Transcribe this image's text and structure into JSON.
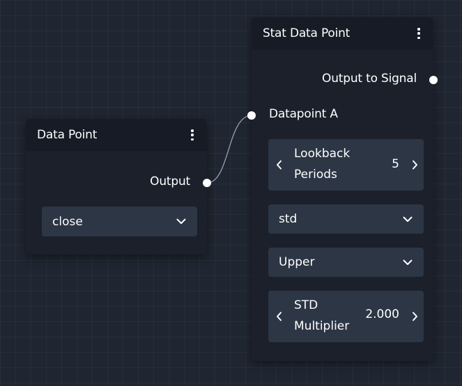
{
  "nodes": {
    "data_point": {
      "title": "Data Point",
      "output_label": "Output",
      "source_select": {
        "value": "close"
      }
    },
    "stat_data_point": {
      "title": "Stat Data Point",
      "output_label": "Output to Signal",
      "input_label": "Datapoint A",
      "lookback": {
        "label": "Lookback Periods",
        "value": "5"
      },
      "stat_select": {
        "value": "std"
      },
      "band_select": {
        "value": "Upper"
      },
      "multiplier": {
        "label": "STD Multiplier",
        "value": "2.000"
      }
    }
  },
  "colors": {
    "canvas": "#1f2631",
    "node_body": "#1b202b",
    "node_header": "#171b25",
    "control": "#2c3645",
    "text": "#ffffff"
  },
  "icons": {
    "menu": "vertical-ellipsis-icon",
    "dropdown": "chevron-down-icon",
    "decrement": "chevron-left-icon",
    "increment": "chevron-right-icon",
    "port": "port-dot-icon"
  }
}
